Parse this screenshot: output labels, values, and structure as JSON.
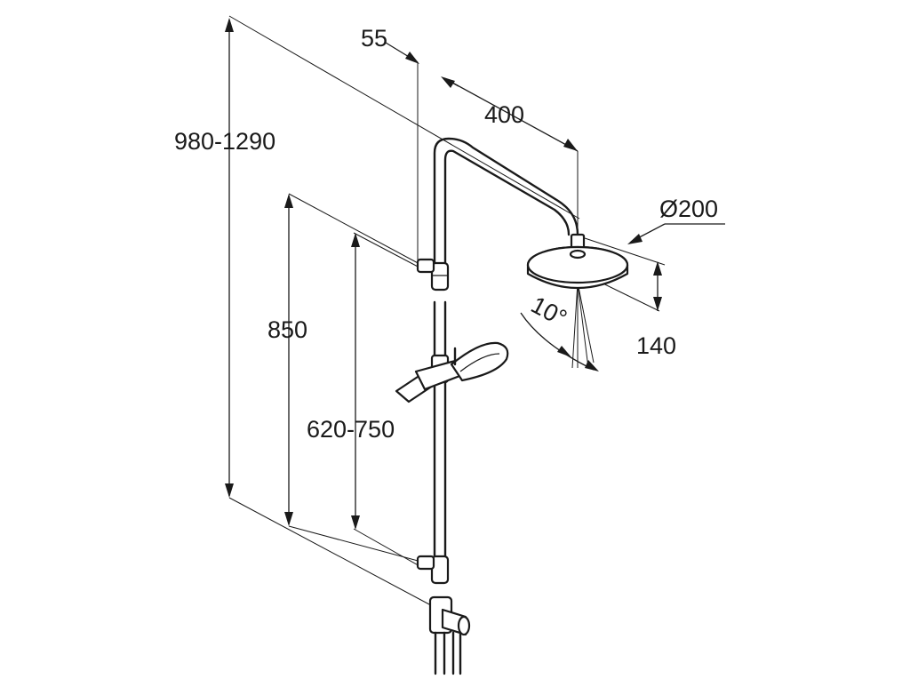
{
  "dimensions": {
    "total_height": "980-1290",
    "bar_offset": "55",
    "arm_length": "400",
    "head_diameter": "Ø200",
    "lower_height": "850",
    "holder_height": "620-750",
    "tilt_angle": "10°",
    "head_drop": "140"
  }
}
